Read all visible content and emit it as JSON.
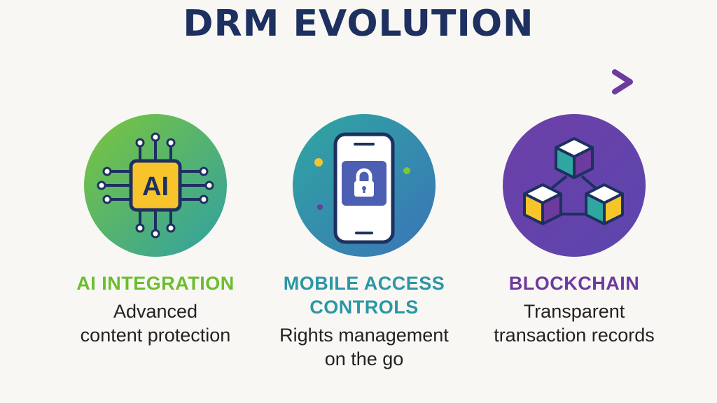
{
  "title": "DRM EVOLUTION",
  "colors": {
    "title": "#1d3060",
    "green": "#6cbd2e",
    "teal": "#2a97a6",
    "purple": "#6d3a9e"
  },
  "items": [
    {
      "icon": "ai-chip-icon",
      "chip_label": "AI",
      "title_lines": [
        "AI INTEGRATION"
      ],
      "desc_lines": [
        "Advanced",
        "content protection"
      ]
    },
    {
      "icon": "mobile-lock-icon",
      "title_lines": [
        "MOBILE ACCESS",
        "CONTROLS"
      ],
      "desc_lines": [
        "Rights management",
        "on the go"
      ]
    },
    {
      "icon": "blockchain-cubes-icon",
      "title_lines": [
        "BLOCKCHAIN"
      ],
      "desc_lines": [
        "Transparent",
        "transaction records"
      ]
    }
  ]
}
